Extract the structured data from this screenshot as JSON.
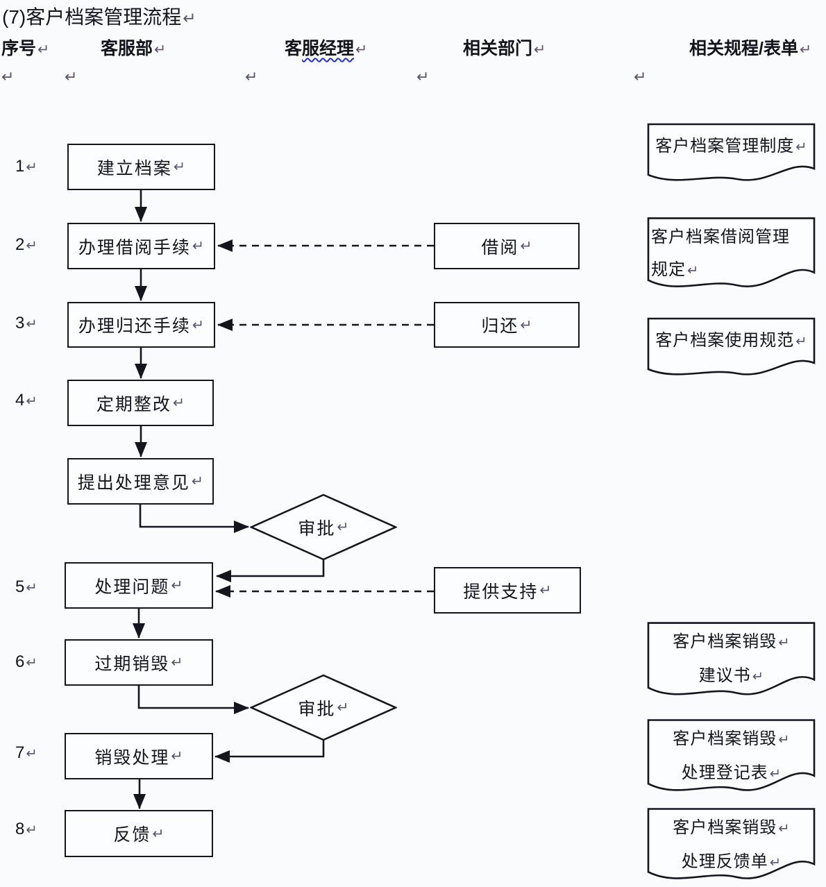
{
  "title": "(7)客户档案管理流程",
  "pilcrow": "↵",
  "headers": {
    "seq": "序号",
    "dept": "客服部",
    "manager_prefix": "客",
    "manager_underlined": "服经理",
    "related": "相关部门",
    "forms": "相关规程/表单"
  },
  "row_numbers": [
    "1",
    "2",
    "3",
    "4",
    "5",
    "6",
    "7",
    "8"
  ],
  "process_boxes": [
    {
      "label": "建立档案"
    },
    {
      "label": "办理借阅手续"
    },
    {
      "label": "办理归还手续"
    },
    {
      "label": "定期整改"
    },
    {
      "label": "提出处理意见"
    },
    {
      "label": "处理问题"
    },
    {
      "label": "过期销毁"
    },
    {
      "label": "销毁处理"
    },
    {
      "label": "反馈"
    }
  ],
  "decisions": [
    {
      "label": "审批"
    },
    {
      "label": "审批"
    }
  ],
  "dept_boxes": [
    {
      "label": "借阅"
    },
    {
      "label": "归还"
    },
    {
      "label": "提供支持"
    }
  ],
  "documents": [
    {
      "line1": "客户档案管理制度"
    },
    {
      "line1": "客户档案借阅管理",
      "line2": "规定"
    },
    {
      "line1": "客户档案使用规范"
    },
    {
      "line1": "客户档案销毁",
      "line2": "建议书"
    },
    {
      "line1": "客户档案销毁",
      "line2": "处理登记表"
    },
    {
      "line1": "客户档案销毁",
      "line2": "处理反馈单"
    }
  ],
  "colors": {
    "line": "#15151f",
    "text": "#14141e",
    "pilcrow": "#5d5170",
    "spellcheck_underline": "#2230cf",
    "background": "#fafbfd"
  }
}
